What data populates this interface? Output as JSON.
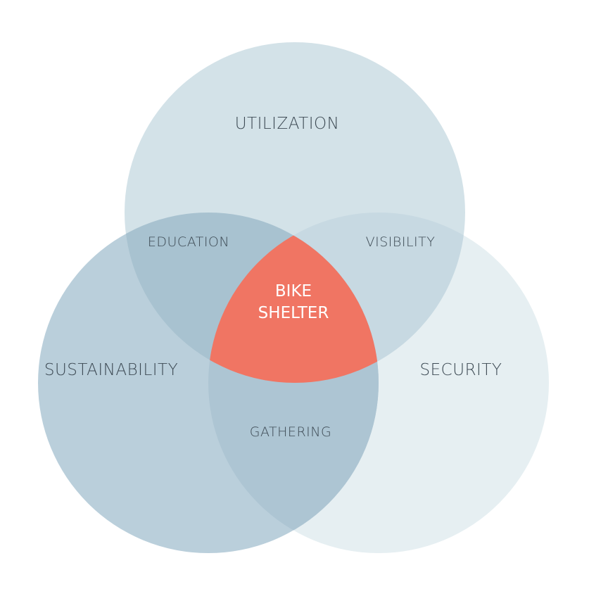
{
  "diagram": {
    "sets": [
      {
        "id": "utilization",
        "label": "UTILIZATION"
      },
      {
        "id": "sustainability",
        "label": "SUSTAINABILITY"
      },
      {
        "id": "security",
        "label": "SECURITY"
      }
    ],
    "pairs": [
      {
        "id": "education",
        "label": "EDUCATION",
        "between": [
          "utilization",
          "sustainability"
        ]
      },
      {
        "id": "visibility",
        "label": "VISIBILITY",
        "between": [
          "utilization",
          "security"
        ]
      },
      {
        "id": "gathering",
        "label": "GATHERING",
        "between": [
          "sustainability",
          "security"
        ]
      }
    ],
    "center": {
      "label_line1": "BIKE",
      "label_line2": "SHELTER"
    }
  },
  "colors": {
    "utilization": "#d3e2e8",
    "sustainability": "#bacfdb",
    "security": "#e6eff2",
    "utilization_sustainability": "#a8c2d0",
    "utilization_security": "#c7d9e2",
    "sustainability_security": "#adc5d3",
    "center": "#f07563",
    "label_text": "#3d4a54",
    "center_text": "#ffffff"
  }
}
